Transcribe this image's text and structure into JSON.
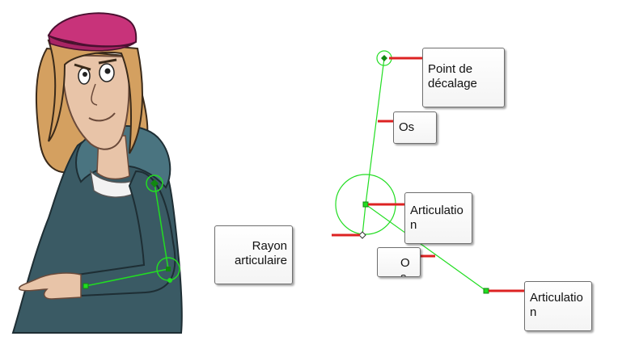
{
  "labels": {
    "rayon": "Rayon\narticulaire",
    "point_decalage": "Point de\ndécalage",
    "os_top": "Os",
    "articulation_mid": "Articulatio\nn",
    "os_bottom": "Os",
    "articulation_end": "Articulatio\nn"
  },
  "colors": {
    "bone_green": "#22dd22",
    "pointer_red": "#dd2222",
    "hoodie": "#3a5a64",
    "hair": "#d4a060",
    "cap": "#c8337a",
    "skin": "#e8c4a8"
  }
}
